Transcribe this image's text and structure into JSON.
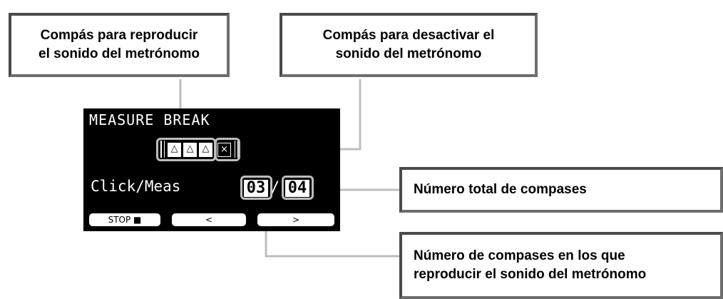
{
  "callouts": {
    "play_measures": {
      "line1": "Compás para reproducir",
      "line2": "el sonido del metrónomo"
    },
    "mute_measures": {
      "line1": "Compás para desactivar el",
      "line2": "sonido del metrónomo"
    },
    "total_measures": "Número total de compases",
    "click_measures": {
      "line1": "Número de compases en los que",
      "line2": "reproducir el sonido del metrónomo"
    }
  },
  "display": {
    "title": "MEASURE BREAK",
    "param_label": "Click/Meas",
    "click_value": "03",
    "separator": "/",
    "total_value": "04",
    "measure_pattern": [
      {
        "state": "on",
        "icon": "metronome-icon"
      },
      {
        "state": "on",
        "icon": "metronome-icon"
      },
      {
        "state": "on",
        "icon": "metronome-icon"
      },
      {
        "state": "off",
        "icon": "mute-x-icon"
      }
    ],
    "softkeys": [
      {
        "label": "STOP ■"
      },
      {
        "label": "<"
      },
      {
        "label": ">"
      }
    ]
  },
  "colors": {
    "lcd_background": "#000000",
    "lcd_foreground": "#ffffff",
    "callout_border": "#4a4a4a",
    "connector": "#bdbdbd"
  }
}
